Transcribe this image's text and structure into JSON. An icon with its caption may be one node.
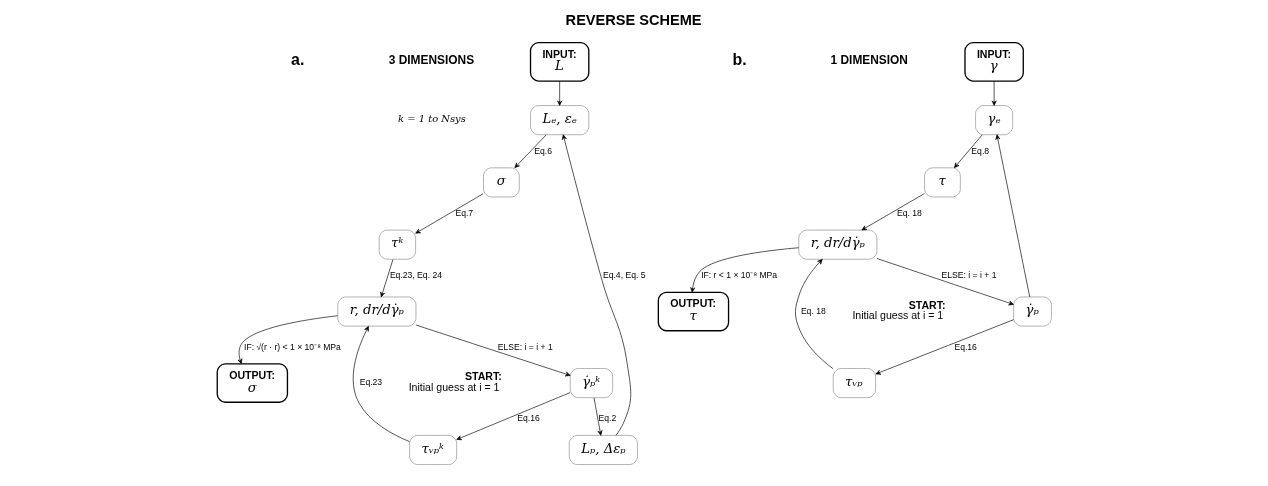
{
  "diagram": {
    "title": "REVERSE SCHEME",
    "nodes": [
      {
        "text": [
          "INPUT:",
          "L"
        ]
      },
      {
        "text": [
          "Lₑ, εₑ"
        ]
      },
      {
        "text": [
          "σ"
        ]
      },
      {
        "text": [
          "τᵏ"
        ]
      },
      {
        "text": [
          "r, dr/dγ̇ₚ"
        ]
      },
      {
        "text": [
          "Lₚ, Δεₚ"
        ]
      },
      {
        "text": [
          "γ̇ₚᵏ"
        ],
        "beside": [
          "START:",
          "Initial guess at i = 1"
        ]
      },
      {
        "text": [
          "τᵥₚᵏ"
        ]
      },
      {
        "text": [
          "OUTPUT:",
          "σ"
        ]
      },
      {
        "text": [
          "INPUT:",
          "γ"
        ]
      },
      {
        "text": [
          "τ"
        ]
      },
      {
        "text": [
          "γₑ"
        ]
      },
      {
        "text": [
          "r, dr/dγ̇ₚ"
        ]
      },
      {
        "text": [
          "γ̇ₚ"
        ],
        "beside": [
          "START:",
          "Initial guess at i = 1"
        ]
      },
      {
        "text": [
          "τᵥₚ"
        ]
      },
      {
        "text": [
          "OUTPUT:",
          "τ"
        ]
      }
    ],
    "edges": [
      {
        "from": 0,
        "to": 1,
        "arrow": "to"
      },
      {
        "from": 1,
        "to": 2,
        "arrow": "to",
        "label": "Eq.6"
      },
      {
        "from": 2,
        "to": 3,
        "arrow": "to",
        "label": "Eq.7"
      },
      {
        "from": 3,
        "to": 4,
        "arrow": "to",
        "label": "Eq.23, Eq. 24"
      },
      {
        "from": 4,
        "to": 6,
        "arrow": "to",
        "label": "ELSE: i = i + 1"
      },
      {
        "from": 4,
        "to": 8,
        "arrow": "to",
        "label": "IF: √(r · r) < 1 × 10⁻⁸ MPa"
      },
      {
        "from": 6,
        "to": 5,
        "arrow": "to",
        "label": "Eq.2"
      },
      {
        "from": 5,
        "to": 1,
        "arrow": "to",
        "label": "Eq.4, Eq. 5"
      },
      {
        "from": 6,
        "to": 7,
        "arrow": "to",
        "label": "Eq.16"
      },
      {
        "from": 7,
        "to": 4,
        "arrow": "to",
        "label": "Eq.23"
      },
      {
        "from": 9,
        "to": 11,
        "arrow": "to"
      },
      {
        "from": 11,
        "to": 10,
        "arrow": "to",
        "label": "Eq.8"
      },
      {
        "from": 10,
        "to": 12,
        "arrow": "to",
        "label": "Eq. 18"
      },
      {
        "from": 12,
        "to": 13,
        "arrow": "to",
        "label": "ELSE: i = i + 1"
      },
      {
        "from": 12,
        "to": 15,
        "arrow": "to",
        "label": "IF: r < 1 × 10⁻⁸ MPa"
      },
      {
        "from": 13,
        "to": 11,
        "arrow": "to"
      },
      {
        "from": 13,
        "to": 14,
        "arrow": "to",
        "label": "Eq.16"
      },
      {
        "from": 14,
        "to": 12,
        "arrow": "to",
        "label": "Eq. 18"
      }
    ],
    "labels": [
      "3 DIMENSIONS",
      "k = 1 to Nsys",
      "1 DIMENSION",
      "a.",
      "b."
    ]
  }
}
